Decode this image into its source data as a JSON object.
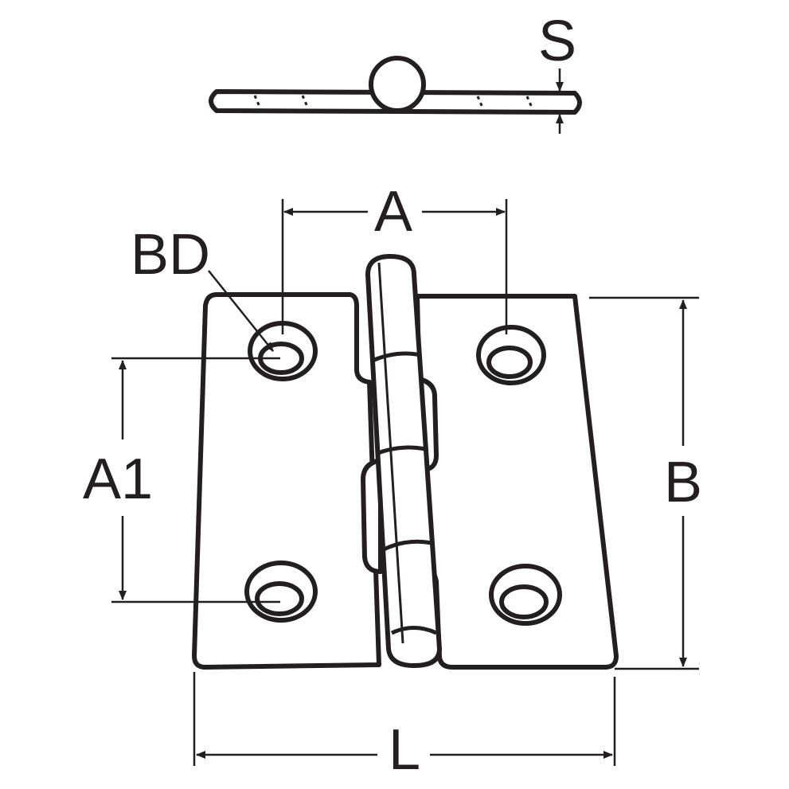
{
  "labels": {
    "thickness": "S",
    "hole_spacing_horizontal": "A",
    "hole_diameter": "BD",
    "hole_spacing_vertical": "A1",
    "height": "B",
    "length": "L"
  },
  "colors": {
    "line": "#231f20",
    "background": "#ffffff"
  }
}
